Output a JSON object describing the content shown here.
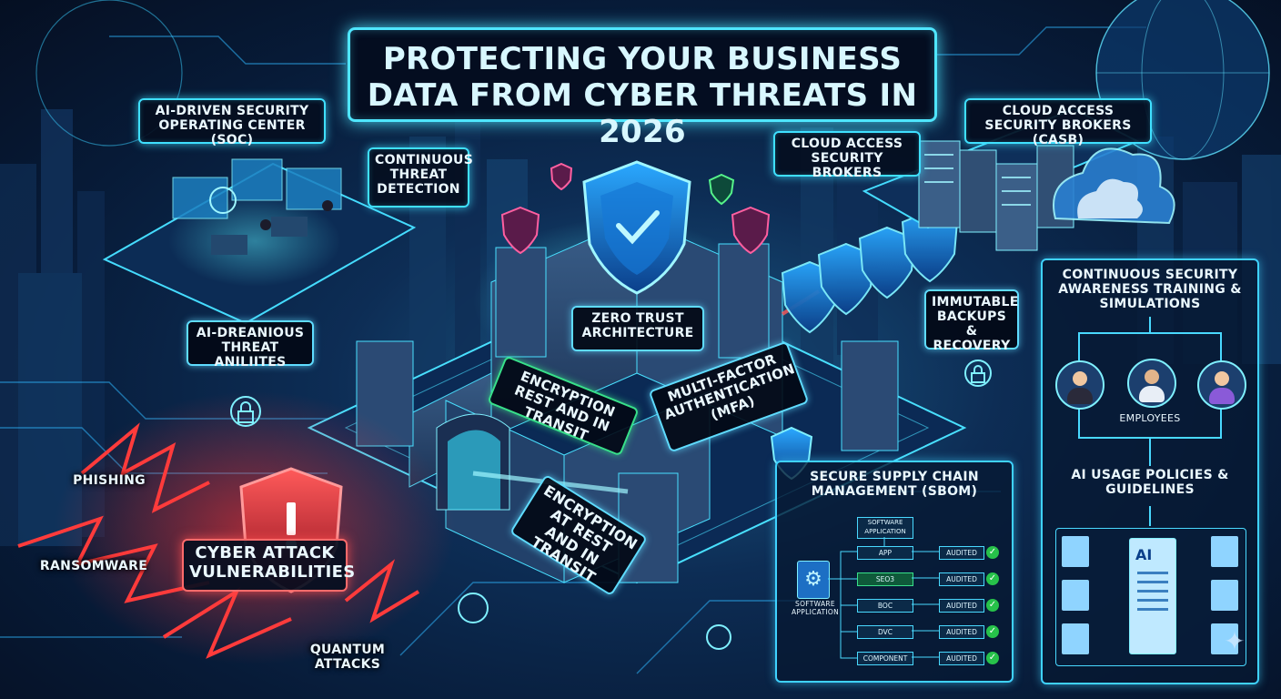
{
  "title": "PROTECTING YOUR BUSINESS DATA FROM CYBER THREATS IN 2026",
  "labels": {
    "soc": "AI-DRIVEN SECURITY OPERATING CENTER (SOC)",
    "continuous_threat": "CONTINUOUS THREAT DETECTION",
    "ai_threat": "AI-DREANIOUS THREAT ANILIITES",
    "cloud_access": "CLOUD ACCESS SECURITY BROKERS",
    "casb": "CLOUD ACCESS SECURITY BROKERS (CASB)",
    "zero_trust": "ZERO TRUST ARCHITECTURE",
    "encryption_top": "ENCRYPTION REST AND IN TRANSIT",
    "mfa": "MULTI-FACTOR AUTHENTICATION (MFA)",
    "immutable": "IMMUTABLE BACKUPS & RECOVERY",
    "training": "CONTINUOUS SECURITY AWARENESS TRAINING & SIMULATIONS",
    "employees": "EMPLOYEES",
    "ai_usage": "AI USAGE POLICIES & GUIDELINES",
    "ai_doc": "AI",
    "supply_chain": "SECURE SUPPLY CHAIN MANAGEMENT (SBOM)",
    "encryption_bottom": "ENCRYPTION AT REST AND IN TRANSIT",
    "phishing": "PHISHING",
    "ransomware": "RANSOMWARE",
    "cyber_attack": "CYBER ATTACK VULNERABILITIES",
    "quantum": "QUANTUM ATTACKS"
  },
  "sbom": {
    "root": "SOFTWARE APPLICATION",
    "source": "SOFTWARE APPLICATION",
    "nodes": [
      "APP",
      "SEO3",
      "BOC",
      "DVC",
      "COMPONENT"
    ],
    "status": "AUDITED"
  },
  "colors": {
    "neon_cyan": "#3fe0ff",
    "threat_red": "#ff3b3b",
    "check_green": "#27c24a",
    "background": "#0d2d55"
  },
  "icons": [
    "shield-check-icon",
    "lock-icon",
    "cloud-icon",
    "server-icon",
    "globe-icon",
    "warning-shield-icon",
    "gear-icon",
    "headset-person-icon",
    "document-icon",
    "lightning-icon"
  ]
}
